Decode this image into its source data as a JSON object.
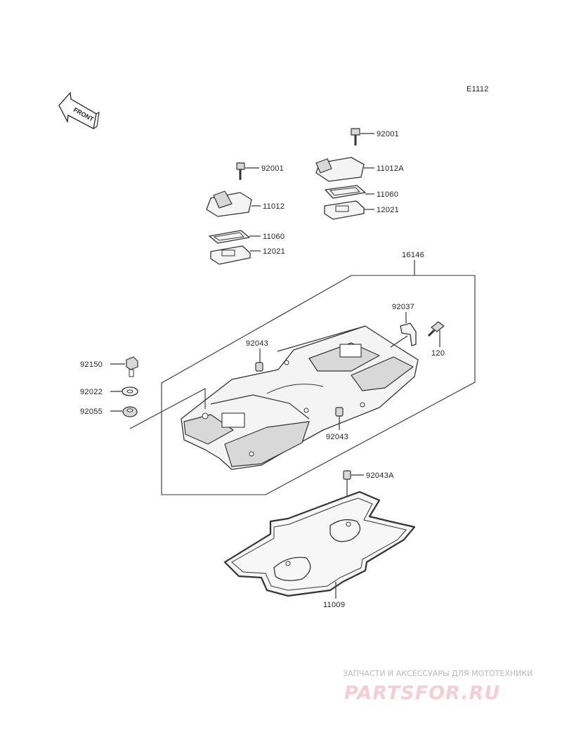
{
  "diagram_code": "E1112",
  "front_arrow_text": "FRONT",
  "parts": {
    "bolt_top_right": "92001",
    "cover_right": "11012A",
    "gasket_right": "11060",
    "plate_right": "12021",
    "bolt_left": "92001",
    "cover_left": "11012",
    "gasket_left": "11060",
    "plate_left": "12021",
    "head_cover_assy": "16146",
    "bracket": "92037",
    "screw": "120",
    "bolt_mount": "92150",
    "washer": "92022",
    "damper": "92055",
    "pin_upper": "92043",
    "pin_lower": "92043",
    "pin_gasket": "92043A",
    "head_gasket": "11009"
  },
  "watermark": {
    "caption": "ЗАПЧАСТИ И АКСЕССУАРЫ ДЛЯ МОТОТЕХНИКИ",
    "logo": "PARTSFOR.RU"
  }
}
